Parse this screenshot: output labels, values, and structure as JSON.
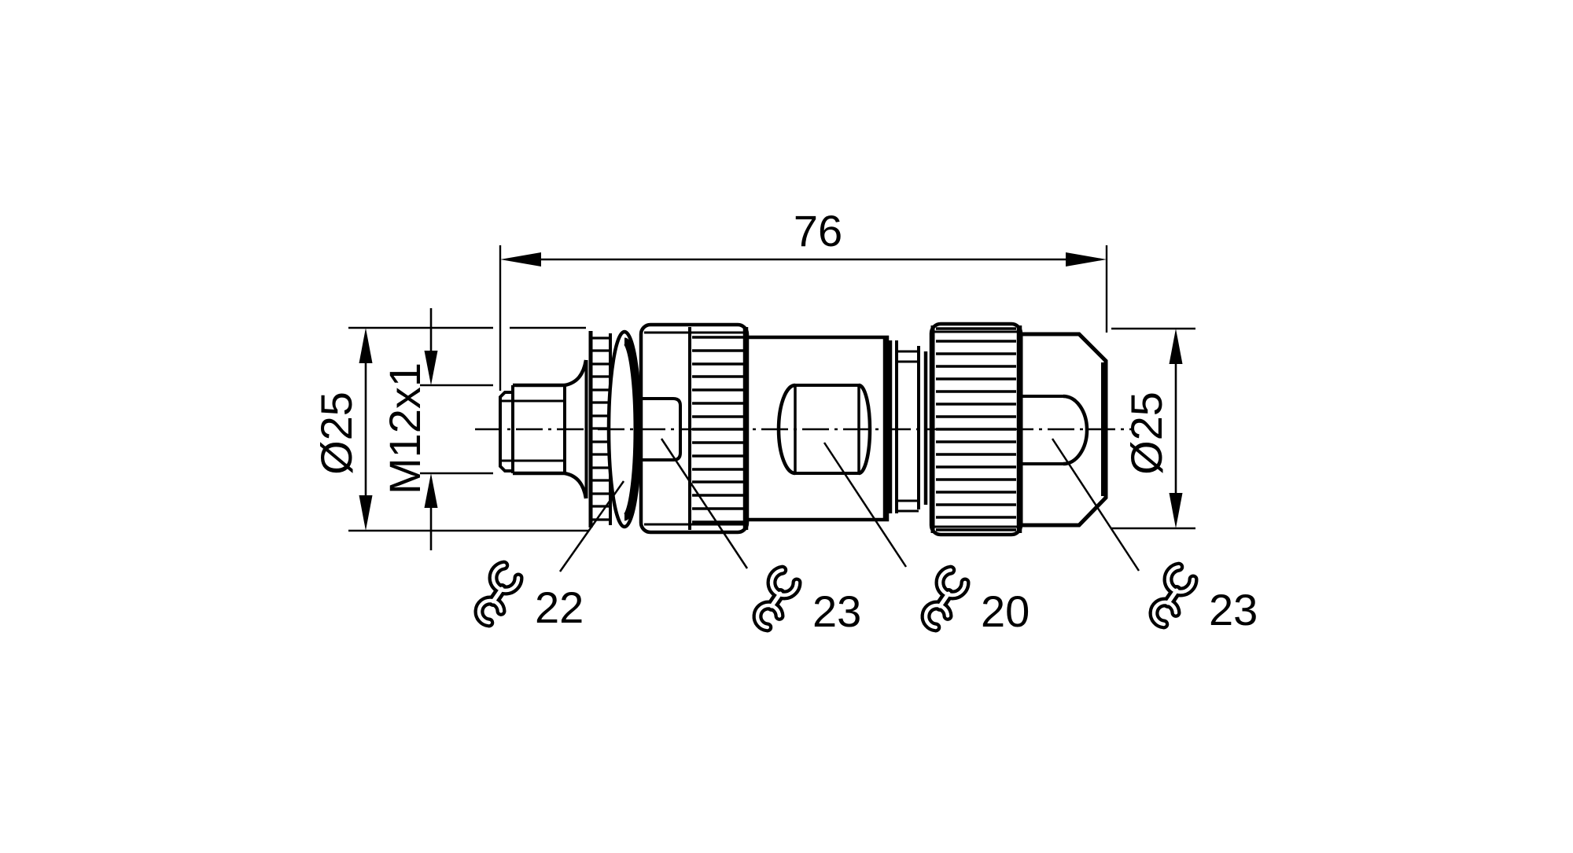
{
  "drawing": {
    "type": "technical-dimension-drawing",
    "units": "mm",
    "dimensions": {
      "overall_length": "76",
      "housing_diameter_left": "Ø25",
      "thread_spec": "M12x1",
      "housing_diameter_right": "Ø25"
    },
    "wrench_callouts": [
      {
        "icon": "wrench-icon",
        "size": "22"
      },
      {
        "icon": "wrench-icon",
        "size": "23"
      },
      {
        "icon": "wrench-icon",
        "size": "20"
      },
      {
        "icon": "wrench-icon",
        "size": "23"
      }
    ],
    "colors": {
      "line": "#000000",
      "background": "#ffffff"
    }
  }
}
